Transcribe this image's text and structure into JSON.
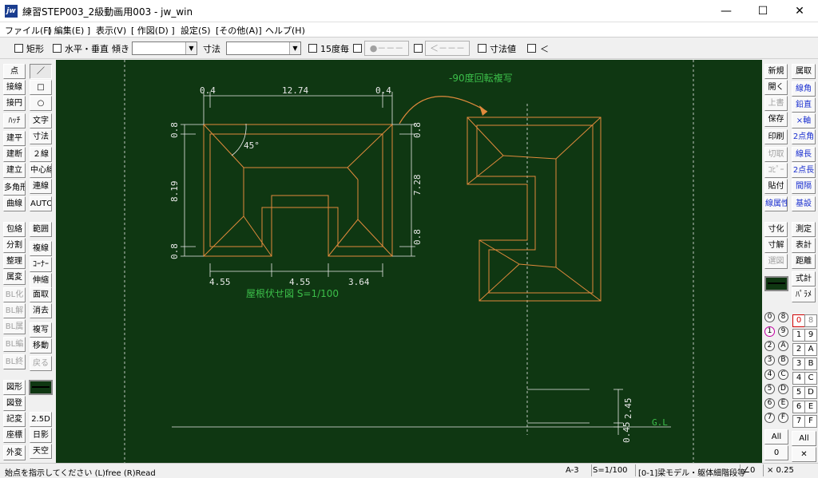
{
  "window": {
    "title": "練習STEP003_2級動画用003 - jw_win",
    "app_icon": "jw",
    "minimize": "—",
    "maximize": "☐",
    "close": "✕"
  },
  "menu": [
    "ファイル(F)",
    "[ 編集(E) ]",
    "表示(V)",
    "[ 作図(D) ]",
    "設定(S)",
    "[その他(A)]",
    "ヘルプ(H)"
  ],
  "toolbar": {
    "rect_label": "矩形",
    "hv_label": "水平・垂直",
    "tilt_label": "傾き",
    "tilt_value": "",
    "dim_label": "寸法",
    "dim_value": "",
    "deg15_label": "15度毎",
    "line_type_1": "●－－－",
    "line_type_2": "＜－－－－",
    "dim_value_label": "寸法値",
    "lt_label": "＜"
  },
  "left_tools": {
    "col1": [
      "点",
      "接線",
      "接円",
      "ﾊｯﾁ",
      "建平",
      "建断",
      "建立",
      "多角形",
      "曲線",
      "包絡",
      "分割",
      "整理",
      "属変",
      "BL化",
      "BL解",
      "BL属",
      "BL編",
      "BL終",
      "図形",
      "図登",
      "記変",
      "座標",
      "外変"
    ],
    "col2": [
      "／",
      "□",
      "○",
      "文字",
      "寸法",
      "２線",
      "中心線",
      "連線",
      "AUTO",
      "範囲",
      "複線",
      "ｺｰﾅｰ",
      "伸縮",
      "面取",
      "消去",
      "複写",
      "移動",
      "戻る",
      "",
      "2.5D",
      "日影",
      "天空"
    ]
  },
  "right_tools": {
    "col1": [
      "新規",
      "開く",
      "上書",
      "保存",
      "印刷",
      "切取",
      "ｺﾋﾟｰ",
      "貼付",
      "線属性",
      "寸化",
      "寸解",
      "選図",
      "All",
      "0"
    ],
    "col2": [
      "属取",
      "線角",
      "鉛直",
      "×軸",
      "2点角",
      "線長",
      "2点長",
      "間隔",
      "基設",
      "測定",
      "表計",
      "距離",
      "式計",
      "ﾊﾟﾗﾒ",
      "All",
      "✕"
    ]
  },
  "layers_left": [
    "0",
    "1",
    "2",
    "3",
    "4",
    "5",
    "6",
    "7"
  ],
  "layers_left_hex": [
    "8",
    "9",
    "A",
    "B",
    "C",
    "D",
    "E",
    "F"
  ],
  "groups_left": [
    "0",
    "1",
    "2",
    "3",
    "4",
    "5",
    "6",
    "7"
  ],
  "groups_right": [
    "8",
    "9",
    "A",
    "B",
    "C",
    "D",
    "E",
    "F"
  ],
  "drawing": {
    "dim_top": [
      "0.4",
      "12.74",
      "0.4"
    ],
    "dim_left": [
      "0.8",
      "8.19",
      "0.8"
    ],
    "dim_bottom": [
      "4.55",
      "4.55",
      "3.64"
    ],
    "dim_right": [
      "0.8",
      "7.28",
      "0.8"
    ],
    "angle": "45°",
    "caption": "屋根伏せ図 S=1/100",
    "rotate_note": "-90度回転複写",
    "small_dims": [
      "2.45",
      "0.45"
    ],
    "gl": "G.L"
  },
  "status": {
    "prompt": "始点を指示してください (L)free (R)Read",
    "paper": "A-3",
    "scale": "S=1/100",
    "layer": "[0-1]梁モデル・躯体細階段等",
    "angle": "∠0",
    "zoom": "× 0.25"
  },
  "colors": {
    "canvas": "#0f3712",
    "roof_line": "#e08a3c",
    "dim_line": "#e8e8e8",
    "green_text": "#3cbf4a"
  }
}
